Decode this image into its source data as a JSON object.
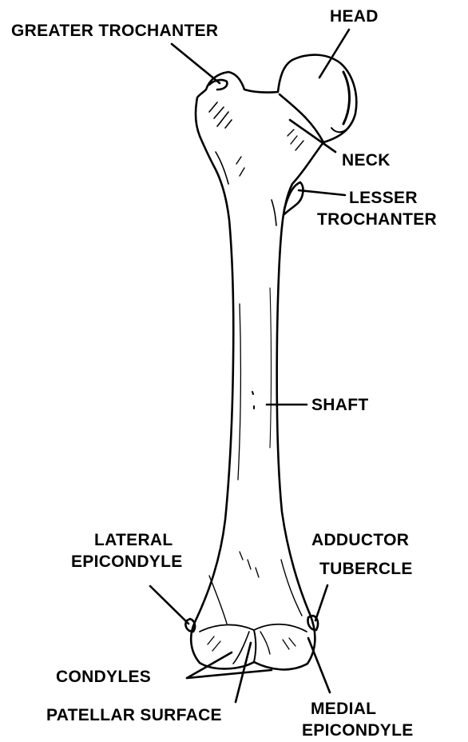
{
  "labels": {
    "greater_trochanter": "GREATER TROCHANTER",
    "head": "HEAD",
    "neck": "NECK",
    "lesser_trochanter_1": "LESSER",
    "lesser_trochanter_2": "TROCHANTER",
    "shaft": "SHAFT",
    "lateral_epicondyle_1": "LATERAL",
    "lateral_epicondyle_2": "EPICONDYLE",
    "adductor_tubercle_1": "ADDUCTOR",
    "adductor_tubercle_2": "TUBERCLE",
    "condyles": "CONDYLES",
    "patellar_surface": "PATELLAR SURFACE",
    "medial_epicondyle_1": "MEDIAL",
    "medial_epicondyle_2": "EPICONDYLE"
  }
}
